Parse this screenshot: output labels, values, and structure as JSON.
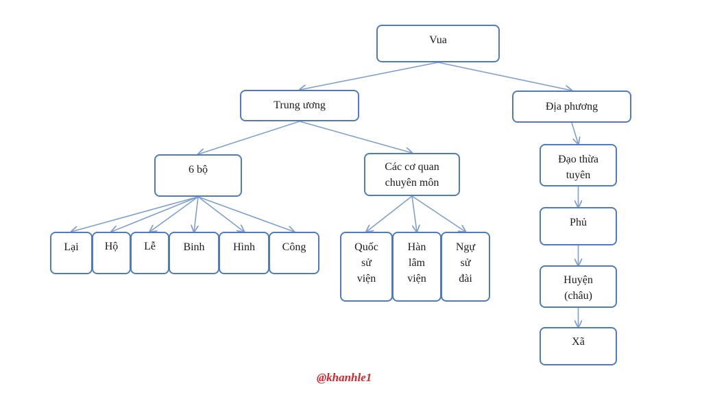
{
  "diagram": {
    "colors": {
      "node_border": "#4f7bbd",
      "edge": "#7f9fd1",
      "text": "#1a1a1a",
      "watermark": "#d6262c"
    },
    "nodes": {
      "vua": [
        "Vua"
      ],
      "trung_uong": [
        "Trung ương"
      ],
      "dia_phuong": [
        "Địa phương"
      ],
      "sau_bo": [
        "6 bộ"
      ],
      "co_quan_chuyen_mon": [
        "Các cơ quan",
        "chuyên môn"
      ],
      "lai": [
        "Lại"
      ],
      "ho": [
        "Hộ"
      ],
      "le": [
        "Lễ"
      ],
      "binh": [
        "Binh"
      ],
      "hinh": [
        "Hình"
      ],
      "cong": [
        "Công"
      ],
      "quoc_su_vien": [
        "Quốc",
        "sử",
        "viện"
      ],
      "han_lam_vien": [
        "Hàn",
        "lâm",
        "viện"
      ],
      "ngu_su_dai": [
        "Ngự",
        "sử",
        "đài"
      ],
      "dao_thua_tuyen": [
        "Đạo thừa",
        "tuyên"
      ],
      "phu": [
        "Phủ"
      ],
      "huyen_chau": [
        "Huyện",
        "(châu)"
      ],
      "xa": [
        "Xã"
      ]
    },
    "edges": [
      [
        "vua",
        "trung_uong"
      ],
      [
        "vua",
        "dia_phuong"
      ],
      [
        "trung_uong",
        "sau_bo"
      ],
      [
        "trung_uong",
        "co_quan_chuyen_mon"
      ],
      [
        "sau_bo",
        "lai"
      ],
      [
        "sau_bo",
        "ho"
      ],
      [
        "sau_bo",
        "le"
      ],
      [
        "sau_bo",
        "binh"
      ],
      [
        "sau_bo",
        "hinh"
      ],
      [
        "sau_bo",
        "cong"
      ],
      [
        "co_quan_chuyen_mon",
        "quoc_su_vien"
      ],
      [
        "co_quan_chuyen_mon",
        "han_lam_vien"
      ],
      [
        "co_quan_chuyen_mon",
        "ngu_su_dai"
      ],
      [
        "dia_phuong",
        "dao_thua_tuyen"
      ],
      [
        "dao_thua_tuyen",
        "phu"
      ],
      [
        "phu",
        "huyen_chau"
      ],
      [
        "huyen_chau",
        "xa"
      ]
    ]
  },
  "watermark": "@khanhle1"
}
